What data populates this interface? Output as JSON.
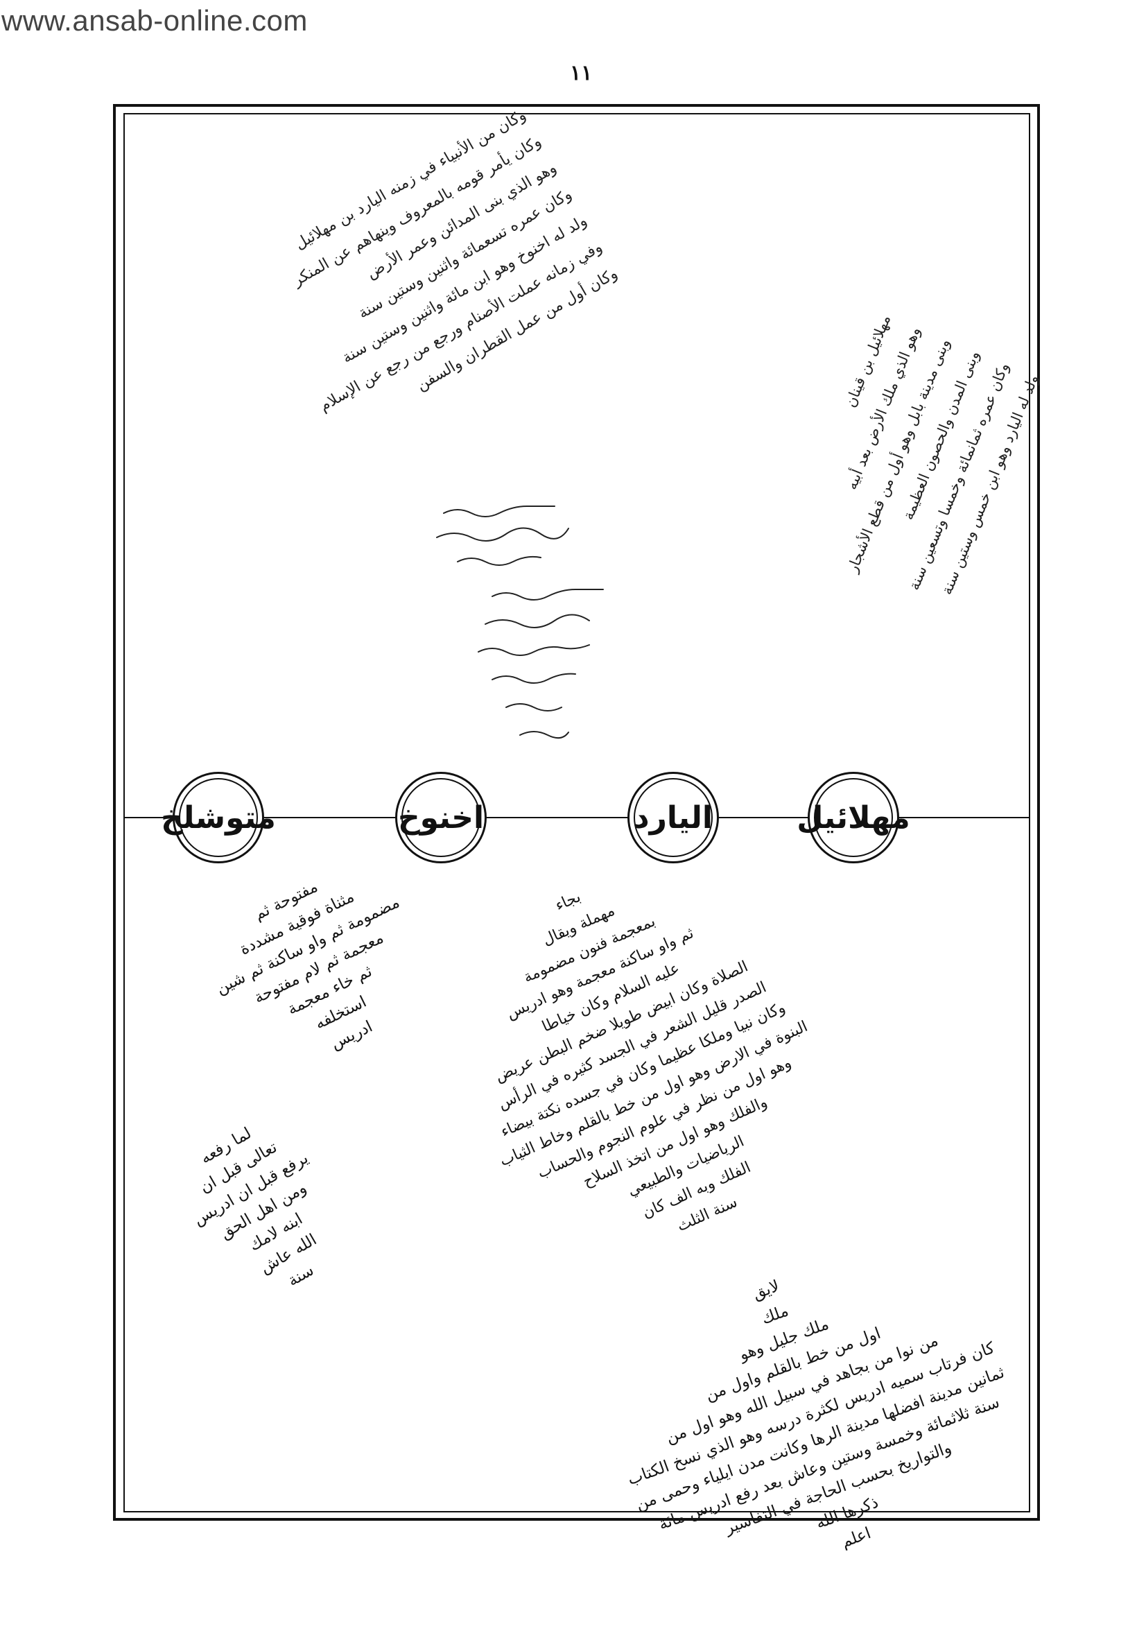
{
  "watermark": "www.ansab-online.com",
  "page_number": "١١",
  "nodes": [
    {
      "name": "مهلائيل"
    },
    {
      "name": "اليارد"
    },
    {
      "name": "اخنوخ"
    },
    {
      "name": "متوشلخ"
    }
  ],
  "under_akhnukh": {
    "lines": [
      "بجاء",
      "مهملة ويقال",
      "بمعجمة فنون مضمومة",
      "ثم واو ساكنة معجمة وهو ادريس",
      "عليه السلام وكان خياطا",
      "الصلاة وكان ابيض طويلا ضخم البطن عريض",
      "الصدر قليل الشعر في الجسد كثيره في الرأس",
      "وكان نبيا وملكا عظيما وكان في جسده نكتة بيضاء",
      "البنوة في الارض وهو اول من خط بالقلم وخاط الثياب",
      "وهو اول من نظر في علوم النجوم والحساب",
      "والفلك وهو اول من اتخذ السلاح",
      "الرياضيات والطبيعي",
      "الفلك وبه الف كان",
      "سنة الثلث"
    ]
  },
  "under_mutawashlakh": {
    "lines": [
      "مفتوحة ثم",
      "مثناة فوقية مشددة",
      "مضمومة ثم واو ساكنة ثم شين",
      "معجمة ثم لام مفتوحة",
      "ثم خاء معجمة",
      "استخلفه",
      "ادريس"
    ]
  },
  "under_mutawashlakh_lower": {
    "lines": [
      "لما رفعه",
      "تعالى قبل ان",
      "يرفع قبل ان ادريس",
      "ومن اهل الحق",
      "ابنه لامك",
      "الله عاش",
      "سنة"
    ]
  },
  "bottom_note": {
    "lines": [
      "لايق",
      "ملك",
      "ملك جليل وهو",
      "اول من خط بالقلم واول من",
      "من نوا من بجاهد في سبيل الله وهو اول من",
      "كان فرتاب سميه ادريس لكثرة درسه وهو الذي نسخ الكتاب",
      "ثمانين مدينة افضلها مدينة الرها وكانت مدن ايلياء وحمى من",
      "سنة ثلاثمائة وخمسة وستين وعاش بعد رفع ادريس مائة",
      "والتواريخ بحسب الحاجة في التفاسير",
      "ذكرها الله",
      "اعلم"
    ]
  },
  "top_left_note": {
    "lines": [
      "وكان من الأنبياء في زمنه اليارد بن مهلائيل",
      "وكان يأمر قومه بالمعروف وينهاهم عن المنكر",
      "وهو الذي بنى المدائن وعمر الأرض",
      "وكان عمره تسعمائة واثنين وستين سنة",
      "ولد له اخنوخ وهو ابن مائة واثنين وستين سنة",
      "وفي زمانه عملت الأصنام ورجع من رجع عن الإسلام",
      "وكان أول من عمل القطران والسفن"
    ]
  },
  "top_right_note": {
    "lines": [
      "مهلائيل بن قينان",
      "وهو الذي ملك الأرض بعد أبيه",
      "وبنى مدينة بابل وهو أول من قطع الأشجار",
      "وبنى المدن والحصون العظيمة",
      "وكان عمره ثمانمائة وخمسا وتسعين سنة",
      "ولد له اليارد وهو ابن خمس وستين سنة"
    ]
  },
  "colors": {
    "ink": "#111111",
    "paper": "#ffffff"
  }
}
